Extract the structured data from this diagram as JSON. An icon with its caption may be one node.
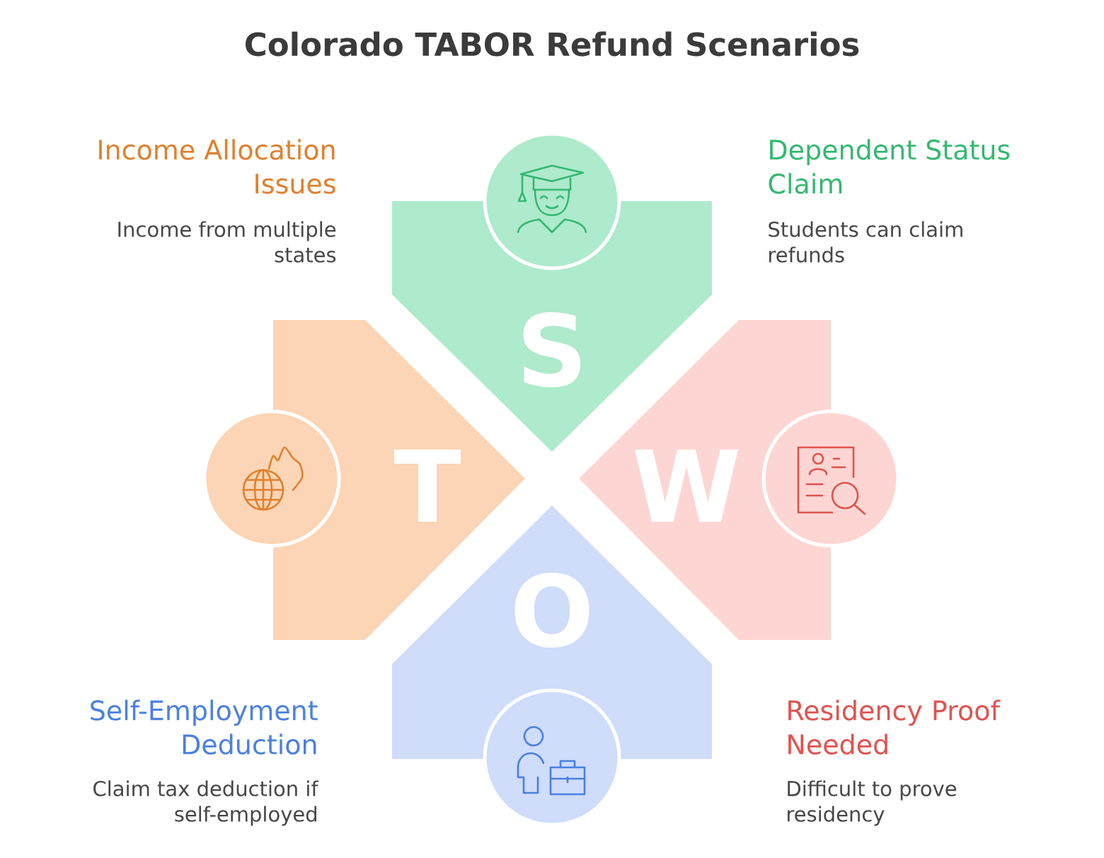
{
  "diagram": {
    "title": "Colorado TABOR Refund Scenarios",
    "nodes": [
      {
        "text": [
          "S"
        ],
        "beside": [
          "Dependent Status Claim",
          "Students can claim refunds"
        ]
      },
      {
        "text": [
          "T"
        ],
        "beside": [
          "Income Allocation Issues",
          "Income from multiple states"
        ]
      },
      {
        "text": [
          "W"
        ],
        "beside": [
          "Residency Proof Needed",
          "Difficult to prove residency"
        ]
      },
      {
        "text": [
          "O"
        ],
        "beside": [
          "Self-Employment Deduction",
          "Claim tax deduction if self-employed"
        ]
      }
    ]
  }
}
